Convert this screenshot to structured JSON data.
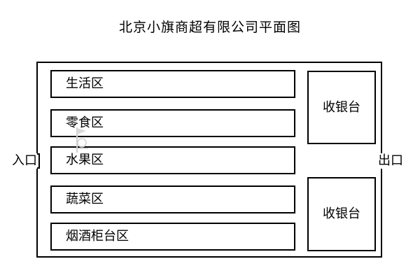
{
  "title": "北京小旗商超有限公司平面图",
  "entrance_label": "入口",
  "exit_label": "出口",
  "zones": [
    {
      "label": "生活区"
    },
    {
      "label": "零食区"
    },
    {
      "label": "水果区"
    },
    {
      "label": "蔬菜区"
    },
    {
      "label": "烟酒柜台区"
    }
  ],
  "checkouts": [
    {
      "label": "收银台"
    },
    {
      "label": "收银台"
    }
  ],
  "watermark_text": "小旗"
}
